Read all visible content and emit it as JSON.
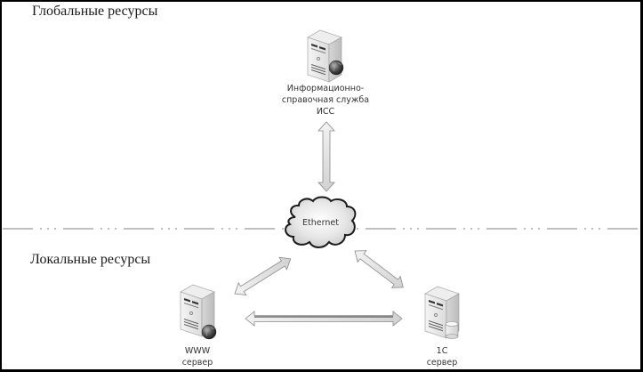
{
  "sections": {
    "global": "Глобальные ресурсы",
    "local": "Локальные ресурсы"
  },
  "network": {
    "label": "Ethernet",
    "icon": "cloud-icon"
  },
  "nodes": [
    {
      "id": "iss",
      "lines": [
        "Информационно-",
        "справочная служба",
        "ИСС"
      ],
      "icon": "server-globe-icon"
    },
    {
      "id": "www",
      "lines": [
        "WWW",
        "сервер"
      ],
      "icon": "server-globe-icon"
    },
    {
      "id": "1c",
      "lines": [
        "1С",
        "сервер"
      ],
      "icon": "server-database-icon"
    }
  ],
  "connections": [
    {
      "from": "iss",
      "to": "ethernet",
      "type": "bidirectional"
    },
    {
      "from": "www",
      "to": "ethernet",
      "type": "bidirectional"
    },
    {
      "from": "1c",
      "to": "ethernet",
      "type": "bidirectional"
    },
    {
      "from": "www",
      "to": "1c",
      "type": "bidirectional"
    }
  ],
  "separator": {
    "style": "dash-dot-dot",
    "meaning": "boundary between global and local resources"
  }
}
